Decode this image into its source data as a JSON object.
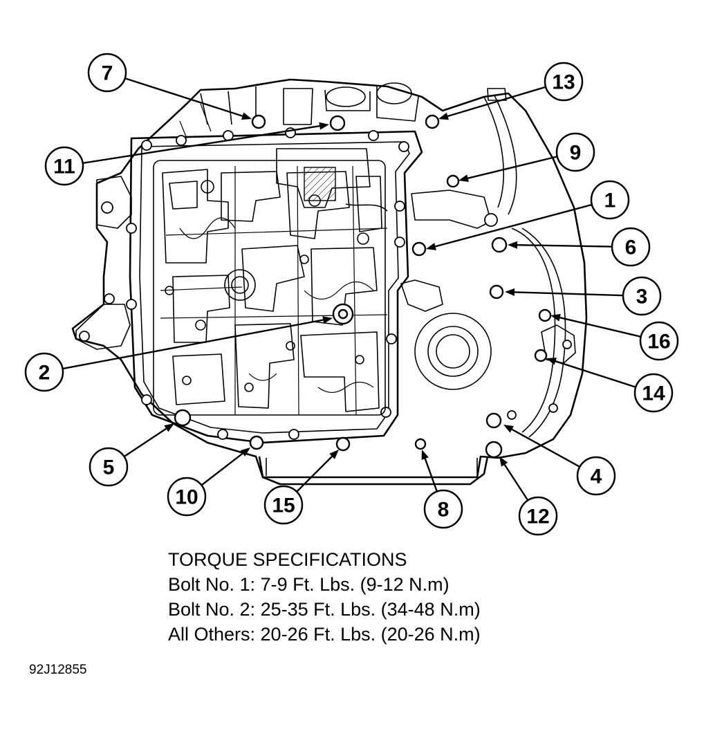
{
  "callouts": [
    {
      "label": "1"
    },
    {
      "label": "2"
    },
    {
      "label": "3"
    },
    {
      "label": "4"
    },
    {
      "label": "5"
    },
    {
      "label": "6"
    },
    {
      "label": "7"
    },
    {
      "label": "8"
    },
    {
      "label": "9"
    },
    {
      "label": "10"
    },
    {
      "label": "11"
    },
    {
      "label": "12"
    },
    {
      "label": "13"
    },
    {
      "label": "14"
    },
    {
      "label": "15"
    },
    {
      "label": "16"
    }
  ],
  "torque_specifications": {
    "heading": "TORQUE SPECIFICATIONS",
    "lines": [
      "Bolt No. 1: 7-9 Ft. Lbs. (9-12 N.m)",
      "Bolt No. 2: 25-35 Ft. Lbs. (34-48 N.m)",
      "All Others: 20-26 Ft. Lbs. (20-26 N.m)"
    ]
  },
  "figure_id": "92J12855"
}
